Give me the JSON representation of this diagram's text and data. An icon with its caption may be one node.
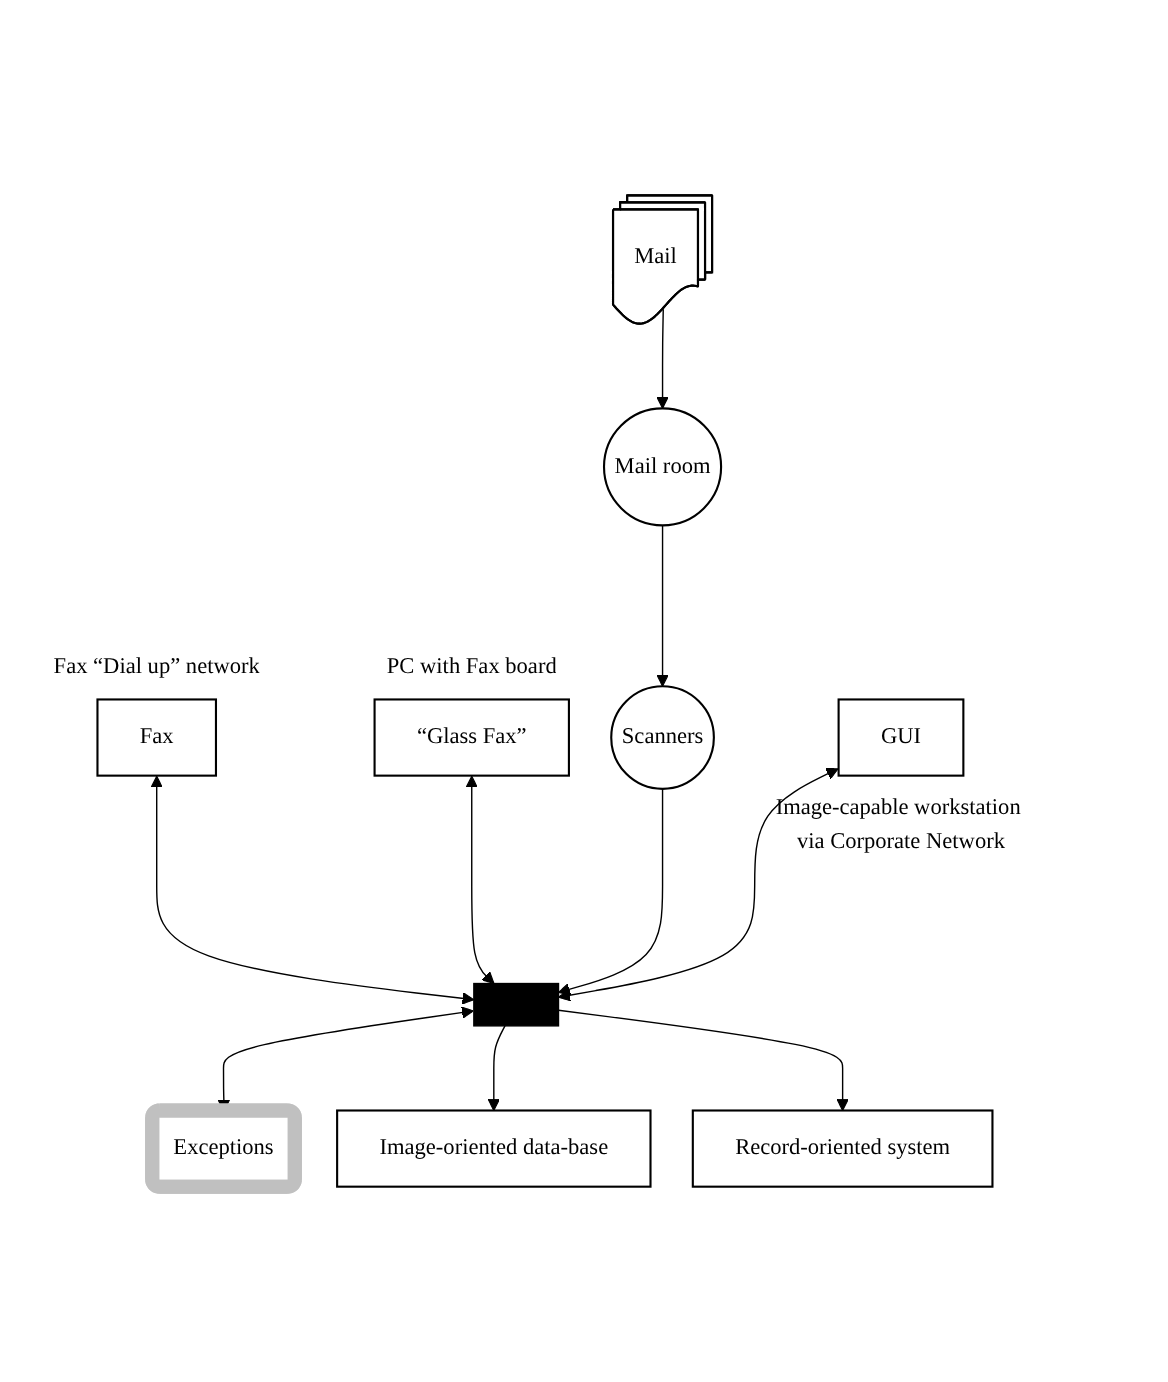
{
  "diagram": {
    "nodes": [
      {
        "text": [
          "Mail"
        ]
      },
      {
        "text": [
          "Mail room"
        ]
      },
      {
        "text": [
          "Scanners"
        ]
      },
      {
        "text": [
          "Fax"
        ],
        "beside": [
          "Fax “Dial up” network"
        ]
      },
      {
        "text": [
          "“Glass Fax”"
        ],
        "beside": [
          "PC with Fax board"
        ]
      },
      {
        "text": [],
        "shape": "box"
      },
      {
        "text": [
          "Exceptions"
        ]
      },
      {
        "text": [
          "GUI"
        ],
        "beside": [
          "Image-capable workstation via Corporate Network"
        ]
      },
      {
        "text": [
          "Image-oriented data-base"
        ]
      },
      {
        "text": [
          "Record-oriented system"
        ]
      }
    ],
    "edges": [
      {
        "from": 0,
        "to": 1,
        "arrow": "to"
      },
      {
        "from": 1,
        "to": 2,
        "arrow": "to"
      },
      {
        "from": 2,
        "to": 5,
        "arrow": "to"
      },
      {
        "from": 3,
        "to": 5,
        "arrow": "both"
      },
      {
        "from": 4,
        "to": 5,
        "arrow": "both"
      },
      {
        "from": 5,
        "to": 6,
        "arrow": "both"
      },
      {
        "from": 7,
        "to": 5,
        "arrow": "both"
      },
      {
        "from": 5,
        "to": 8,
        "arrow": "to"
      },
      {
        "from": 5,
        "to": 9,
        "arrow": "to"
      }
    ]
  }
}
